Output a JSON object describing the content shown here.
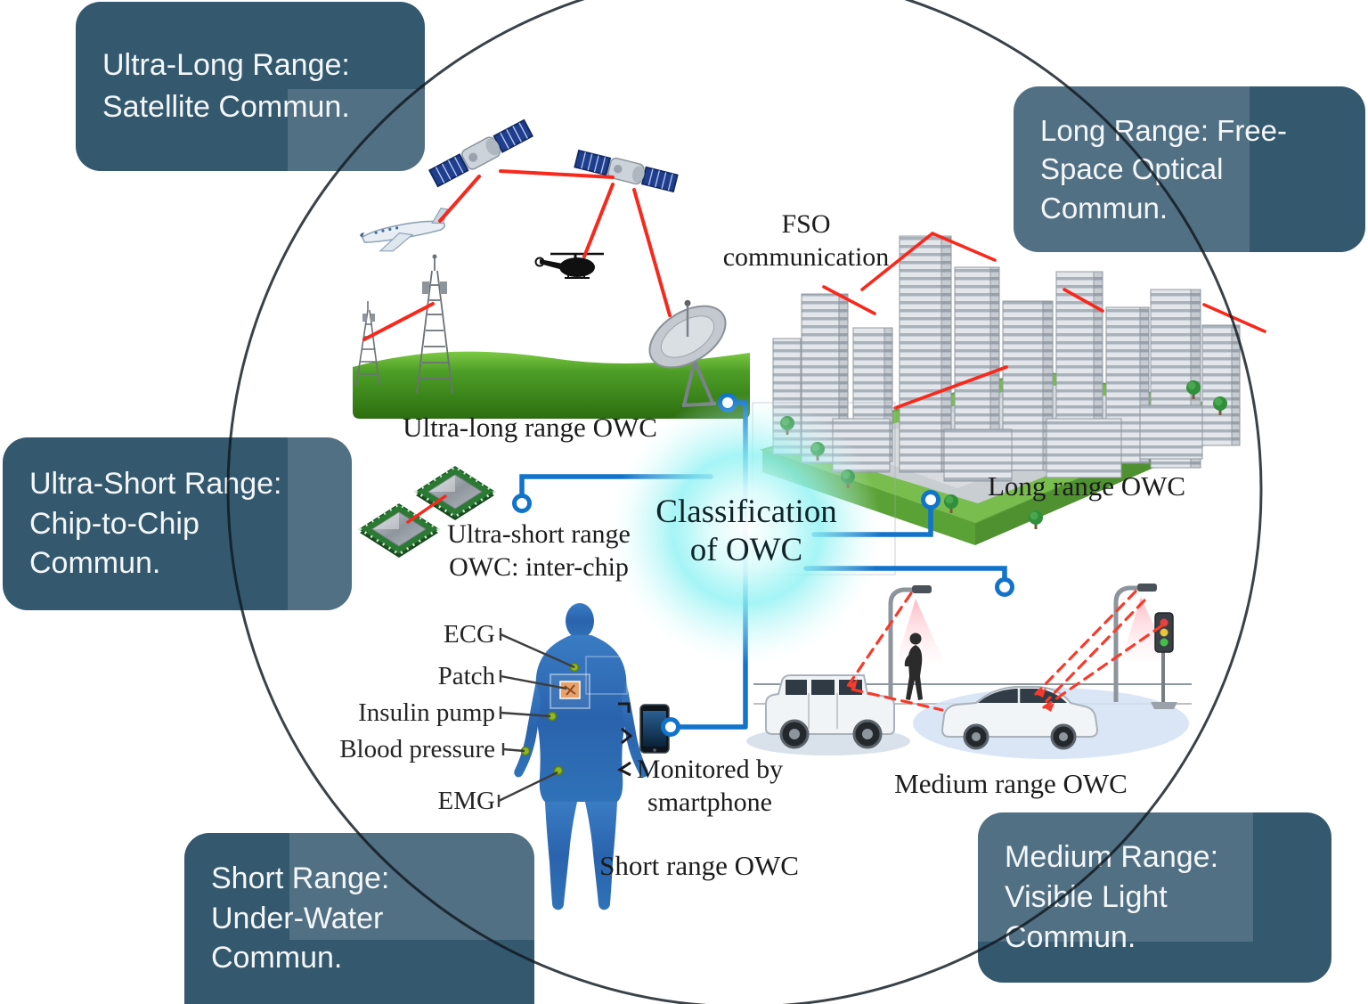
{
  "title": {
    "line1": "Classification",
    "line2": "of OWC"
  },
  "callouts": {
    "ultra_long": {
      "lines": [
        "Ultra-Long Range:",
        "Satellite Commun."
      ]
    },
    "long": {
      "lines": [
        "Long Range: Free-",
        "Space Optical",
        "Commun."
      ]
    },
    "ultra_short": {
      "lines": [
        "Ultra-Short Range:",
        "Chip-to-Chip",
        "Commun."
      ]
    },
    "short": {
      "lines": [
        "Short Range:",
        "Under-Water",
        "Commun."
      ]
    },
    "medium": {
      "lines": [
        "Medium Range:",
        "Visible Light",
        "Commun."
      ]
    }
  },
  "labels": {
    "ultra_long_scene": "Ultra-long range OWC",
    "fso_line1": "FSO",
    "fso_line2": "communication",
    "long_scene": "Long range OWC",
    "ultra_short_line1": "Ultra-short range",
    "ultra_short_line2": "OWC: inter-chip",
    "monitored_line1": "Monitored by",
    "monitored_line2": "smartphone",
    "short_scene": "Short range OWC",
    "medium_scene": "Medium range OWC"
  },
  "sensors": [
    "ECG",
    "Patch",
    "Insulin pump",
    "Blood pressure",
    "EMG"
  ],
  "colors": {
    "callout_bg": "#34586e",
    "callout_text": "#ffffff",
    "connector_blue": "#1173cb",
    "beam_red": "#f8281c",
    "glow_cyan": "#6feef0",
    "grass_green": "#3f921f",
    "platform_green": "#79bd4e",
    "body_blue": "#2c6fbe",
    "label_text": "#1c1c1c"
  }
}
